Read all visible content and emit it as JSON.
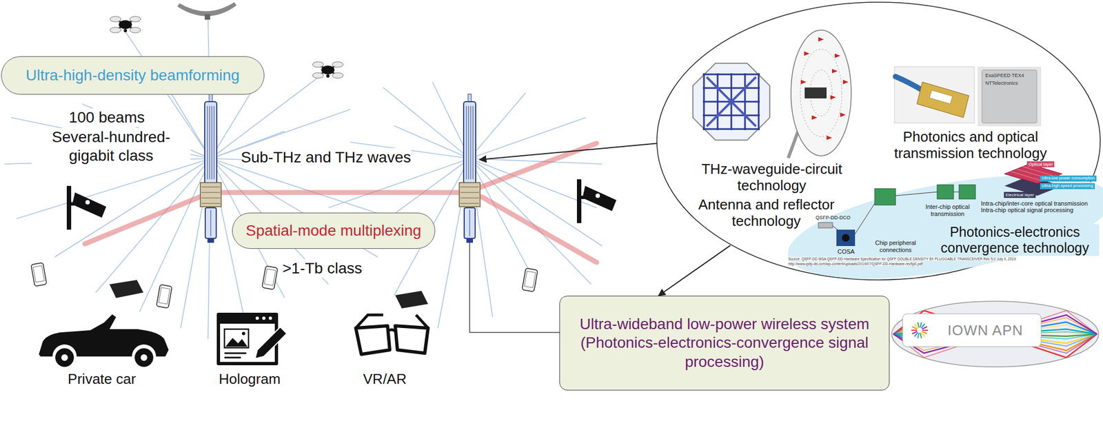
{
  "diagram": {
    "nodes": [
      {
        "text": [
          "Ultra-high-density beamforming"
        ]
      },
      {
        "text": [
          "Spatial-mode multiplexing"
        ]
      },
      {
        "text": [
          "THz-waveguide-circuit technology",
          "Antenna and reflector technology",
          "Photonics and optical transmission technology",
          "Optical layer",
          "Ultra-low power consumption",
          "Ultra-high-speed processing",
          "Electrical layer",
          "Inter-chip optical transmission",
          "Intra-chip/inter-core optical transmission Intra-chip optical signal processing",
          "QSFP-DD-DCO",
          "Chip peripheral connections",
          "COSA",
          "Photonics-electronics convergence technology",
          "Source: QSFP-DD MSA QSFP-DD Hardware Specification for QSFP DOUBLE DENSITY 8X PLUGGABLE TRANSCEIVER Rev 5.0 July 9, 2019",
          "http://www.qsfp-dd.com/wp-content/uploads/2019/07/QSFP-DD-Hardware-rev5p0.pdf"
        ]
      },
      {
        "text": [
          "Ultra-wideband low-power wireless system (Photonics-electronics-convergence signal processing)"
        ]
      },
      {
        "text": [
          "IOWN APN"
        ]
      }
    ],
    "edges": [
      {
        "from": 2,
        "to": 3,
        "arrow": "to"
      }
    ],
    "labels": [
      "100 beams",
      "Several-hundred-gigabit class",
      "Sub-THz and THz waves",
      ">1-Tb class",
      "Private car",
      "Hologram",
      "VR/AR",
      "ExaSPEED TEX4",
      "NTTelectronics"
    ]
  }
}
